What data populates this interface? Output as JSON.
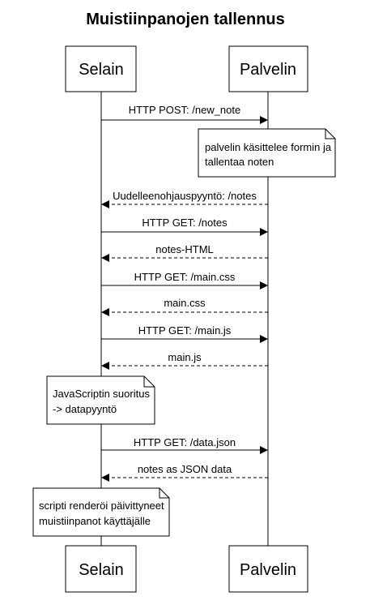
{
  "title": "Muistiinpanojen tallennus",
  "participants": {
    "browser": "Selain",
    "server": "Palvelin"
  },
  "messages": [
    {
      "label": "HTTP POST: /new_note",
      "direction": "to-server",
      "style": "solid"
    },
    {
      "label": "Uudelleenohjauspyyntö: /notes",
      "direction": "to-browser",
      "style": "dashed"
    },
    {
      "label": "HTTP GET: /notes",
      "direction": "to-server",
      "style": "solid"
    },
    {
      "label": "notes-HTML",
      "direction": "to-browser",
      "style": "dashed"
    },
    {
      "label": "HTTP GET: /main.css",
      "direction": "to-server",
      "style": "solid"
    },
    {
      "label": "main.css",
      "direction": "to-browser",
      "style": "dashed"
    },
    {
      "label": "HTTP GET: /main.js",
      "direction": "to-server",
      "style": "solid"
    },
    {
      "label": "main.js",
      "direction": "to-browser",
      "style": "dashed"
    },
    {
      "label": "HTTP GET: /data.json",
      "direction": "to-server",
      "style": "solid"
    },
    {
      "label": "notes as JSON data",
      "direction": "to-browser",
      "style": "dashed"
    }
  ],
  "notes": [
    {
      "lines": [
        "palvelin käsittelee formin ja",
        "tallentaa noten"
      ],
      "attached_to": "server"
    },
    {
      "lines": [
        "JavaScriptin suoritus",
        "-> datapyyntö"
      ],
      "attached_to": "browser"
    },
    {
      "lines": [
        "scripti renderöi päivittyneet",
        "muistiinpanot käyttäjälle"
      ],
      "attached_to": "browser"
    }
  ]
}
